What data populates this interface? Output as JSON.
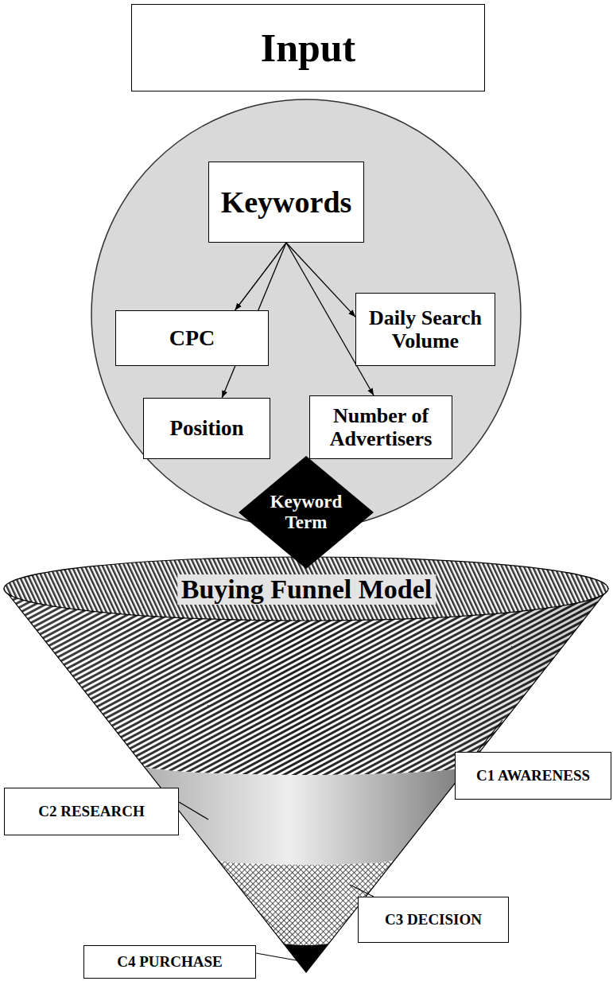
{
  "diagram": {
    "nodes": [
      {
        "text": [
          "Input"
        ]
      },
      {
        "text": [
          "Keywords"
        ]
      },
      {
        "text": [
          "CPC"
        ]
      },
      {
        "text": [
          "Daily Search Volume"
        ]
      },
      {
        "text": [
          "Position"
        ]
      },
      {
        "text": [
          "Number of Advertisers"
        ]
      },
      {
        "text": [
          "Keyword Term"
        ]
      },
      {
        "text": [
          "Buying Funnel Model"
        ]
      },
      {
        "text": [
          "C1 AWARENESS"
        ]
      },
      {
        "text": [
          "C2 RESEARCH"
        ]
      },
      {
        "text": [
          "C3 DECISION"
        ]
      },
      {
        "text": [
          "C4 PURCHASE"
        ]
      }
    ],
    "edges": [
      {
        "from": 1,
        "to": 2,
        "arrow": "to"
      },
      {
        "from": 1,
        "to": 3,
        "arrow": "to"
      },
      {
        "from": 1,
        "to": 4,
        "arrow": "to"
      },
      {
        "from": 1,
        "to": 5,
        "arrow": "to"
      }
    ]
  }
}
